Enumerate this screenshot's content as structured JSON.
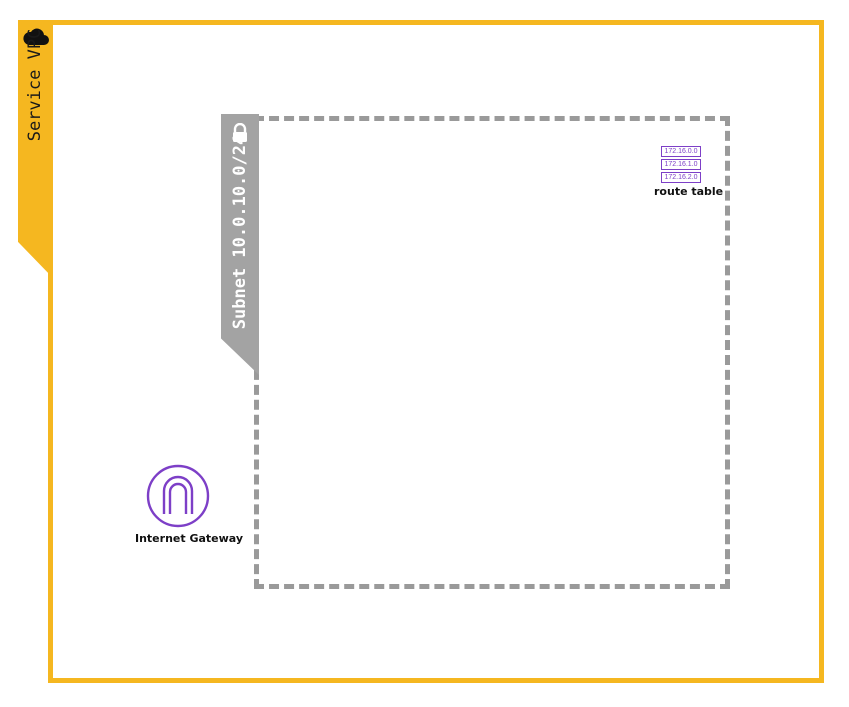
{
  "vpc": {
    "label": "Service VPC",
    "accent_color": "#F5B720",
    "icon": "cloud-icon"
  },
  "subnet": {
    "label": "Subnet 10.0.10.0/24",
    "color": "#9a9a9a",
    "icon": "lock-icon"
  },
  "route_table": {
    "entries": [
      "172.16.0.0",
      "172.16.1.0",
      "172.16.2.0"
    ],
    "caption": "route table",
    "color": "#7D3FC7"
  },
  "internet_gateway": {
    "caption": "Internet Gateway",
    "icon": "internet-gateway-icon",
    "color": "#7D3FC7"
  }
}
